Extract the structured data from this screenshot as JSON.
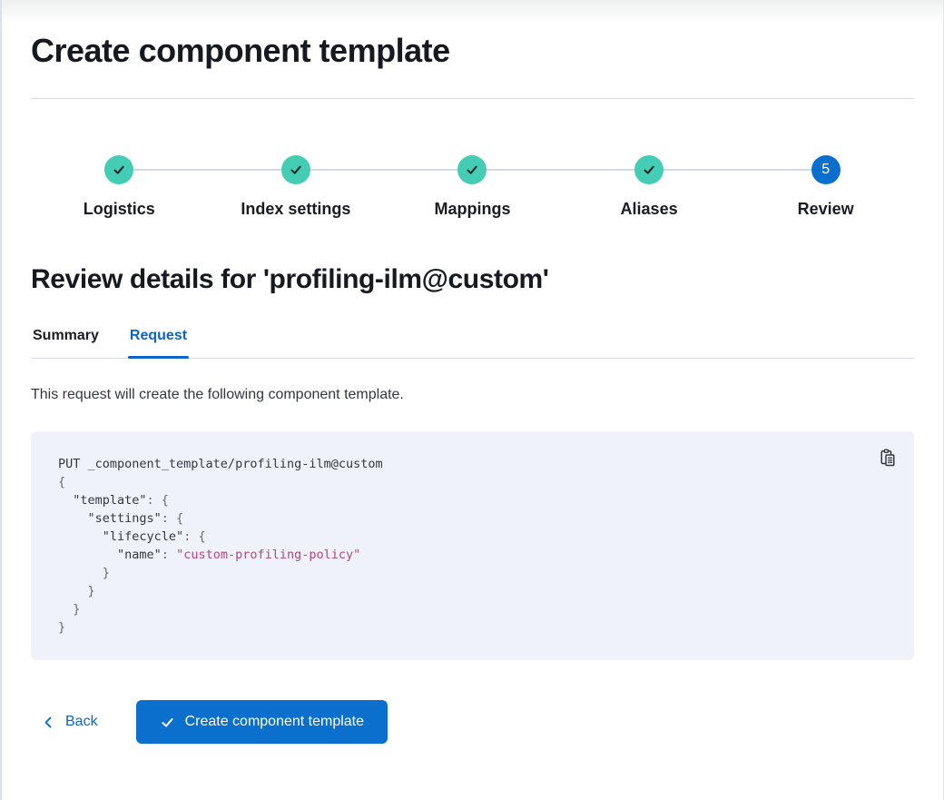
{
  "colors": {
    "primary": "#0b6fce",
    "link_blue": "#0b64cc",
    "success_teal": "#43cdb5",
    "check_dark": "#1d1e24",
    "text_title": "#16191f",
    "text_body": "#343741",
    "border_gray": "#d3dae6",
    "code_bg": "#eff2fa",
    "code_punct": "#646a77",
    "code_string": "#b0497d"
  },
  "header": {
    "title": "Create component template"
  },
  "stepper": {
    "steps": [
      {
        "label": "Logistics",
        "status": "complete",
        "icon": "check-icon"
      },
      {
        "label": "Index settings",
        "status": "complete",
        "icon": "check-icon"
      },
      {
        "label": "Mappings",
        "status": "complete",
        "icon": "check-icon"
      },
      {
        "label": "Aliases",
        "status": "complete",
        "icon": "check-icon"
      },
      {
        "label": "Review",
        "status": "current",
        "number": "5"
      }
    ]
  },
  "review": {
    "heading": "Review details for 'profiling-ilm@custom'",
    "tabs": [
      {
        "label": "Summary",
        "active": false
      },
      {
        "label": "Request",
        "active": true
      }
    ],
    "description": "This request will create the following component template."
  },
  "code_block": {
    "copy_icon": "copy-clipboard-icon",
    "lines": [
      [
        {
          "t": "PUT _component_template/profiling-ilm@custom",
          "c": "k"
        }
      ],
      [
        {
          "t": "{",
          "c": "p"
        }
      ],
      [
        {
          "t": "  ",
          "c": "p"
        },
        {
          "t": "\"template\"",
          "c": "k"
        },
        {
          "t": ": {",
          "c": "p"
        }
      ],
      [
        {
          "t": "    ",
          "c": "p"
        },
        {
          "t": "\"settings\"",
          "c": "k"
        },
        {
          "t": ": {",
          "c": "p"
        }
      ],
      [
        {
          "t": "      ",
          "c": "p"
        },
        {
          "t": "\"lifecycle\"",
          "c": "k"
        },
        {
          "t": ": {",
          "c": "p"
        }
      ],
      [
        {
          "t": "        ",
          "c": "p"
        },
        {
          "t": "\"name\"",
          "c": "k"
        },
        {
          "t": ": ",
          "c": "p"
        },
        {
          "t": "\"custom-profiling-policy\"",
          "c": "s"
        }
      ],
      [
        {
          "t": "      }",
          "c": "p"
        }
      ],
      [
        {
          "t": "    }",
          "c": "p"
        }
      ],
      [
        {
          "t": "  }",
          "c": "p"
        }
      ],
      [
        {
          "t": "}",
          "c": "p"
        }
      ]
    ]
  },
  "footer": {
    "back_label": "Back",
    "back_icon": "chevron-left-icon",
    "create_button_label": "Create component template",
    "create_button_icon": "check-icon"
  }
}
